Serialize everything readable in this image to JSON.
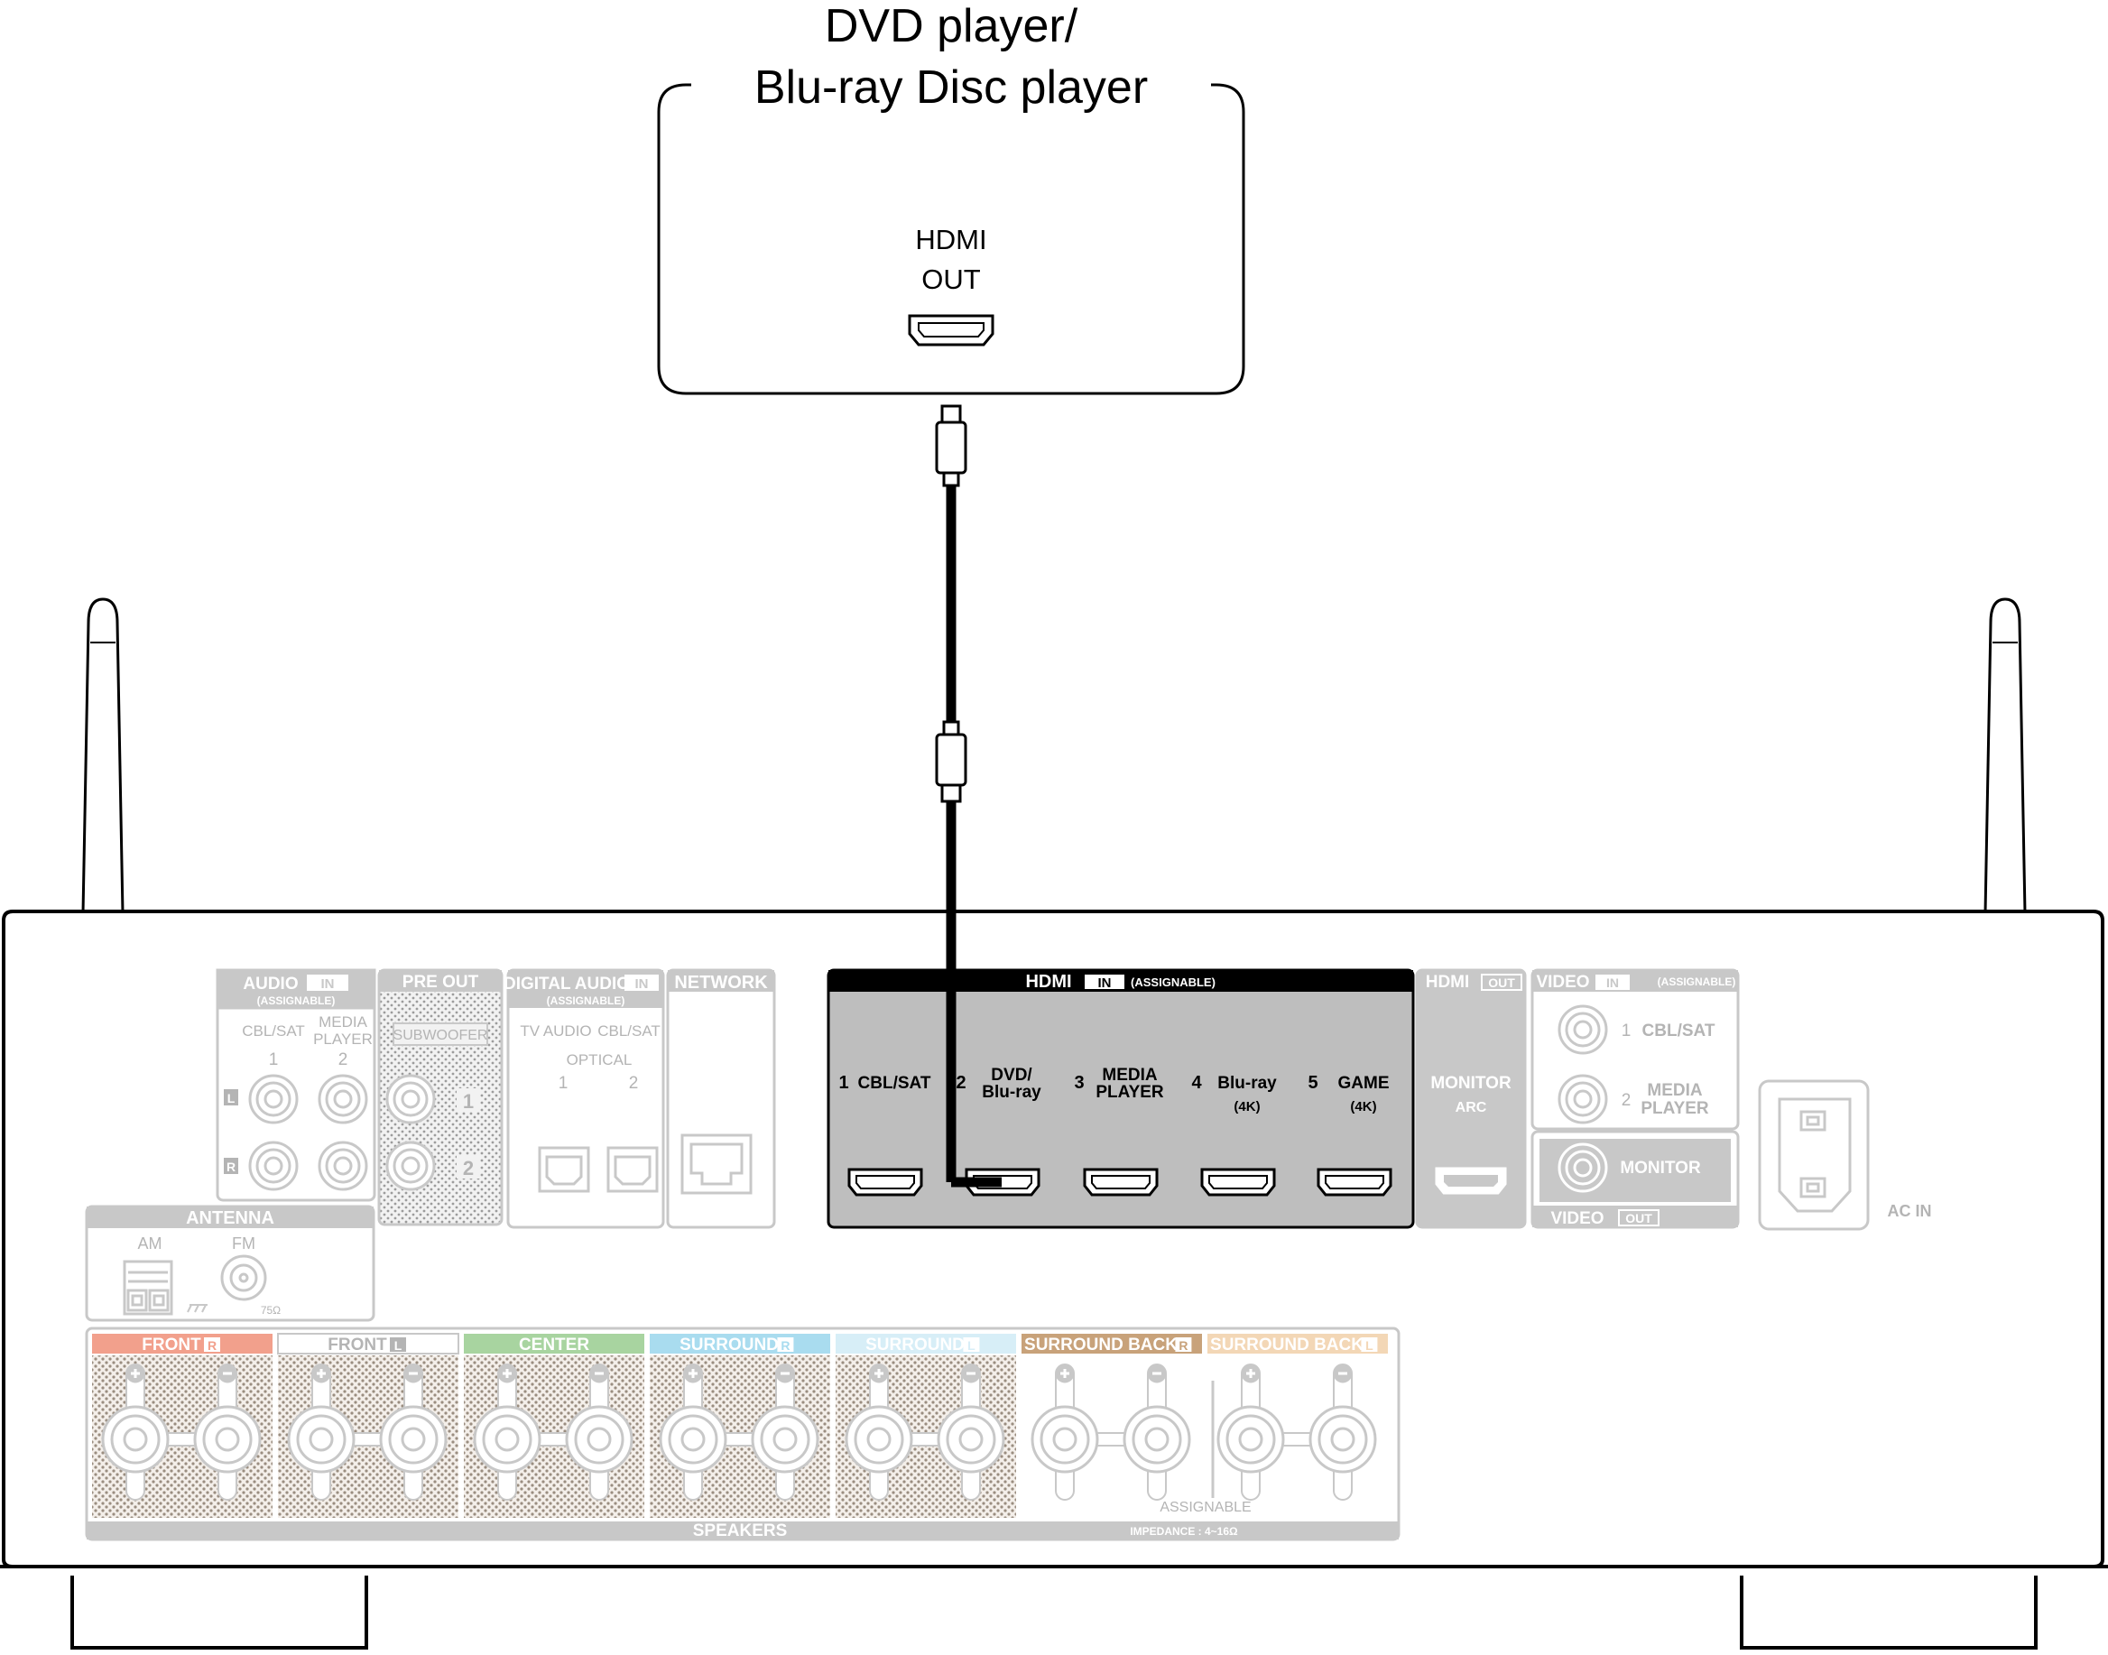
{
  "device": {
    "title_line1": "DVD player/",
    "title_line2": "Blu-ray Disc player",
    "port_label_line1": "HDMI",
    "port_label_line2": "OUT"
  },
  "receiver": {
    "audio_in": {
      "header": "AUDIO",
      "header_tag": "IN",
      "sub": "(ASSIGNABLE)",
      "col1": "CBL/SAT",
      "col2_line1": "MEDIA",
      "col2_line2": "PLAYER",
      "num1": "1",
      "num2": "2",
      "left": "L",
      "right": "R"
    },
    "pre_out": {
      "header": "PRE OUT",
      "sub": "SUBWOOFER",
      "num1": "1",
      "num2": "2"
    },
    "digital_audio_in": {
      "header": "DIGITAL AUDIO",
      "header_tag": "IN",
      "sub": "(ASSIGNABLE)",
      "col1": "TV AUDIO",
      "col2": "CBL/SAT",
      "optical": "OPTICAL",
      "num1": "1",
      "num2": "2"
    },
    "network": {
      "header": "NETWORK"
    },
    "hdmi_in": {
      "header": "HDMI",
      "header_tag": "IN",
      "sub": "(ASSIGNABLE)",
      "ports": [
        {
          "num": "1",
          "line1": "CBL/SAT",
          "line2": "",
          "line3": ""
        },
        {
          "num": "2",
          "line1": "DVD/",
          "line2": "Blu-ray",
          "line3": ""
        },
        {
          "num": "3",
          "line1": "MEDIA",
          "line2": "PLAYER",
          "line3": ""
        },
        {
          "num": "4",
          "line1": "Blu-ray",
          "line2": "",
          "line3": "(4K)"
        },
        {
          "num": "5",
          "line1": "GAME",
          "line2": "",
          "line3": "(4K)"
        }
      ]
    },
    "hdmi_out": {
      "header": "HDMI",
      "header_tag": "OUT",
      "line1": "MONITOR",
      "line2": "ARC"
    },
    "video_in": {
      "header": "VIDEO",
      "header_tag": "IN",
      "sub": "(ASSIGNABLE)",
      "num1": "1",
      "label1": "CBL/SAT",
      "num2": "2",
      "label2_line1": "MEDIA",
      "label2_line2": "PLAYER"
    },
    "video_out": {
      "monitor": "MONITOR",
      "header": "VIDEO",
      "header_tag": "OUT"
    },
    "ac_in": "AC IN",
    "antenna": {
      "header": "ANTENNA",
      "am": "AM",
      "fm": "FM",
      "ohm": "75Ω"
    },
    "speakers": {
      "footer": "SPEAKERS",
      "assignable": "ASSIGNABLE",
      "impedance": "IMPEDANCE : 4~16Ω",
      "groups": [
        {
          "label": "FRONT",
          "side": "R",
          "color": "#f2a08c"
        },
        {
          "label": "FRONT",
          "side": "L",
          "color": "#ffffff"
        },
        {
          "label": "CENTER",
          "side": "",
          "color": "#a8d4a0"
        },
        {
          "label": "SURROUND",
          "side": "R",
          "color": "#a9dcef"
        },
        {
          "label": "SURROUND",
          "side": "L",
          "color": "#d7eef7"
        },
        {
          "label": "SURROUND BACK",
          "side": "R",
          "color": "#c8a27a"
        },
        {
          "label": "SURROUND BACK",
          "side": "L",
          "color": "#f3d7b6"
        }
      ]
    }
  },
  "colors": {
    "line": "#000000",
    "faded": "#c8c8c8",
    "faded_text": "#b4b4b4",
    "hdmi_panel": "#bebebe",
    "dark_header": "#000000"
  }
}
